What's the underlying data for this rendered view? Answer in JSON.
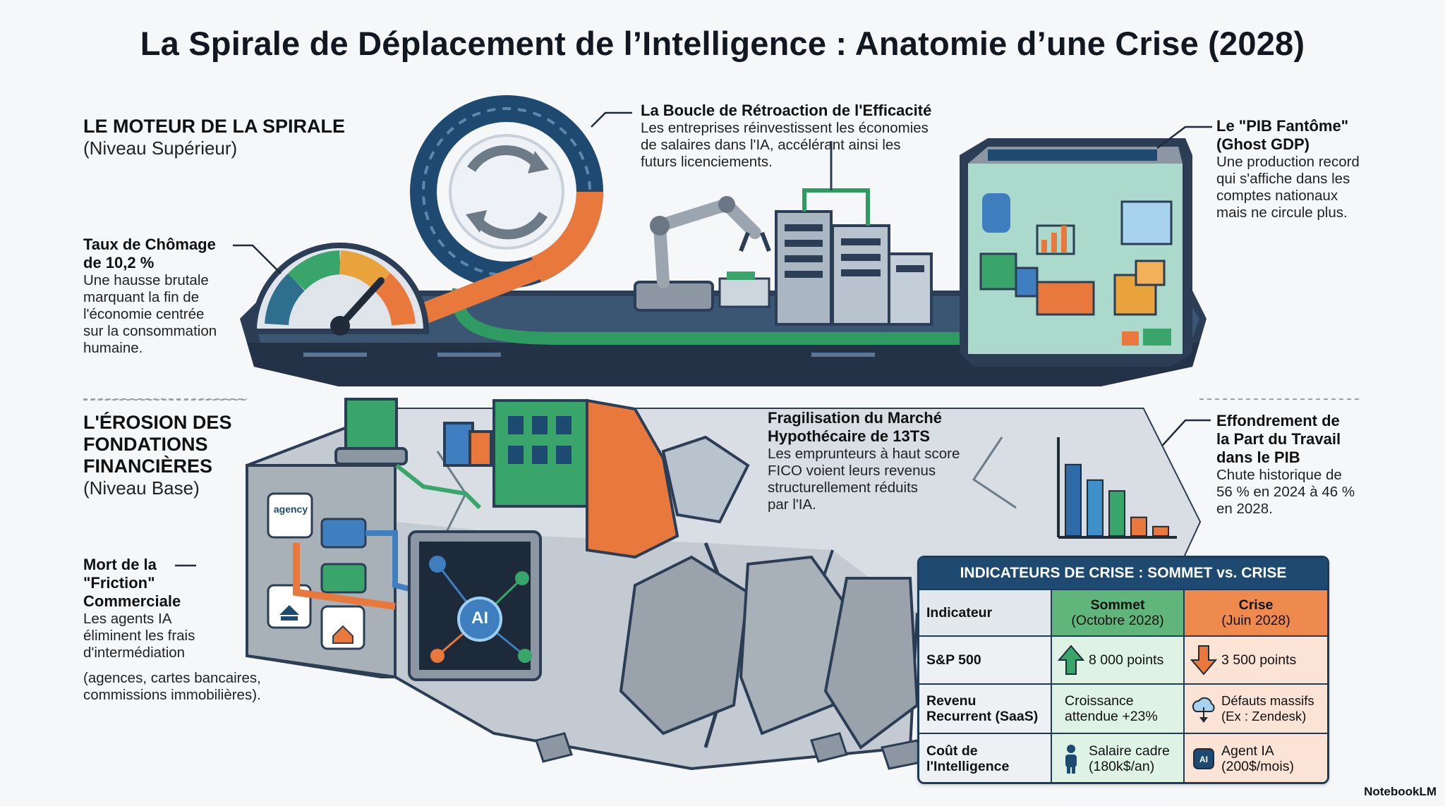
{
  "title": "La Spirale de Déplacement de l’Intelligence : Anatomie d’une Crise (2028)",
  "top_section": {
    "title": "LE MOTEUR DE LA SPIRALE",
    "subtitle": "(Niveau Supérieur)"
  },
  "base_section": {
    "title_lines": [
      "L'ÉROSION DES",
      "FONDATIONS",
      "FINANCIÈRES"
    ],
    "subtitle": "(Niveau Base)"
  },
  "callouts": {
    "feedback_loop": {
      "heading": "La Boucle de Rétroaction de l'Efficacité",
      "lines": [
        "Les entreprises réinvestissent les économies",
        "de salaires dans l'IA, accélérant ainsi les",
        "futurs licenciements."
      ]
    },
    "ghost_gdp": {
      "heading_lines": [
        "Le \"PIB Fantôme\"",
        "(Ghost GDP)"
      ],
      "lines": [
        "Une production record",
        "qui s'affiche dans les",
        "comptes nationaux",
        "mais ne circule plus."
      ]
    },
    "unemployment": {
      "heading_lines": [
        "Taux de Chômage",
        "de 10,2 %"
      ],
      "lines": [
        "Une hausse brutale",
        "marquant la fin de",
        "l'économie centrée",
        "sur la consommation",
        "humaine."
      ]
    },
    "mortgage": {
      "heading_lines": [
        "Fragilisation du Marché",
        "Hypothécaire de 13TS"
      ],
      "lines": [
        "Les emprunteurs à haut score",
        "FICO voient leurs revenus",
        "structurellement réduits",
        "par l'IA."
      ]
    },
    "labor_share": {
      "heading_lines": [
        "Effondrement de",
        "la Part du Travail",
        "dans le PIB"
      ],
      "lines": [
        "Chute historique de",
        "56 % en 2024 à 46 %",
        "en 2028."
      ]
    },
    "friction": {
      "heading_lines": [
        "Mort de la",
        "\"Friction\"",
        "Commerciale"
      ],
      "lines": [
        "Les agents IA",
        "éliminent les frais",
        "d'intermédiation"
      ],
      "extra_lines": [
        "(agences, cartes bancaires,",
        "commissions immobilières)."
      ]
    }
  },
  "illustration": {
    "agency_badge": "agency",
    "ai_chip": "AI"
  },
  "table": {
    "header": "INDICATEURS DE CRISE : SOMMET vs. CRISE",
    "columns": {
      "indicator": "Indicateur",
      "peak": [
        "Sommet",
        "(Octobre 2028)"
      ],
      "crisis": [
        "Crise",
        "(Juin 2028)"
      ]
    },
    "rows": [
      {
        "indicator": [
          "S&P 500"
        ],
        "peak": [
          "8 000 points"
        ],
        "crisis": [
          "3 500 points"
        ],
        "peak_icon": "arrow-up-icon",
        "crisis_icon": "arrow-down-icon"
      },
      {
        "indicator": [
          "Revenu",
          "Recurrent (SaaS)"
        ],
        "peak": [
          "Croissance",
          "attendue +23%"
        ],
        "crisis": [
          "Défauts massifs",
          "(Ex : Zendesk)"
        ],
        "peak_icon": "",
        "crisis_icon": "cloud-download-icon"
      },
      {
        "indicator": [
          "Coût de",
          "l'Intelligence"
        ],
        "peak": [
          "Salaire cadre",
          "(180k$/an)"
        ],
        "crisis": [
          "Agent IA",
          "(200$/mois)"
        ],
        "peak_icon": "person-icon",
        "crisis_icon": "ai-chip-icon"
      }
    ]
  },
  "labor_chart": {
    "values_relative": [
      0.92,
      0.72,
      0.58,
      0.24,
      0.12
    ],
    "colors": [
      "#2d6aa8",
      "#3f8fc8",
      "#3aa56a",
      "#e8783c",
      "#e8783c"
    ]
  },
  "brand": "NotebookLM",
  "colors": {
    "navy": "#1e4a72",
    "green": "#3aa56a",
    "orange": "#e8783c",
    "rock": "#9aa3ab"
  }
}
